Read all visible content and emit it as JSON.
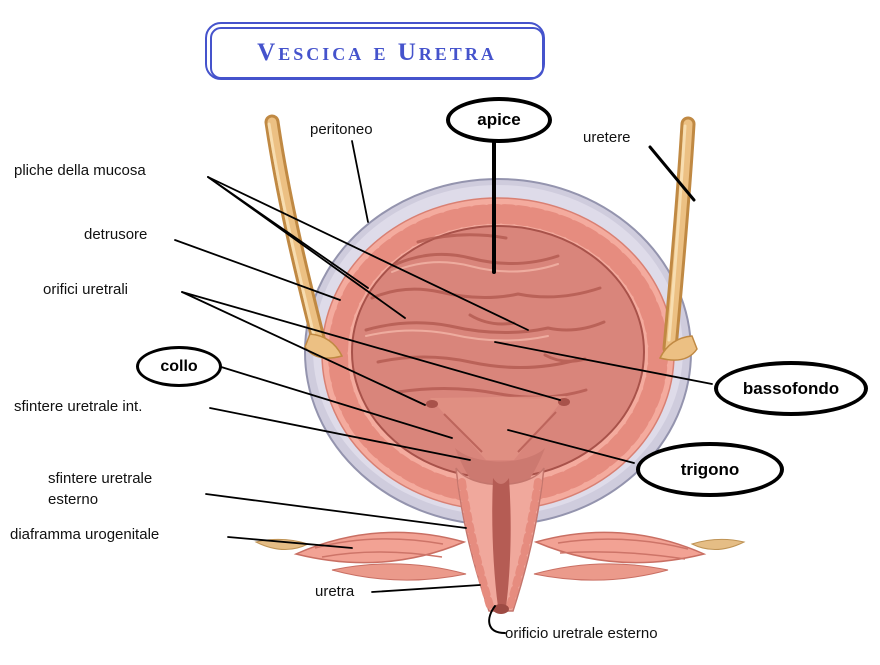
{
  "title": "Vescica e Uretra",
  "labels": {
    "peritoneo": "peritoneo",
    "apice": "apice",
    "uretere": "uretere",
    "pliche_della_mucosa": "pliche della mucosa",
    "detrusore": "detrusore",
    "orifici_uretrali": "orifici uretrali",
    "collo": "collo",
    "bassofondo": "bassofondo",
    "sfintere_uretrale_int": "sfintere uretrale int.",
    "trigono": "trigono",
    "sfintere_uretrale_esterno": "sfintere uretrale esterno",
    "diaframma_urogenitale": "diaframma urogenitale",
    "uretra": "uretra",
    "orificio_uretrale_esterno": "orificio uretrale esterno"
  },
  "colors": {
    "title_blue": "#4553cc",
    "label_text": "#111111",
    "callout_border": "#000000",
    "serosa_gray": "#cfccdd",
    "serosa_gray_light": "#dedbe9",
    "bladder_wall_pink": "#f4ab9e",
    "wall_lobule_pink": "#e68c7f",
    "bladder_lumen_rose": "#d9857b",
    "fold_dark": "#b2594f",
    "ureter_tan": "#ecc083",
    "ureter_tan_dark": "#c08943",
    "muscle_pink": "#f2a294",
    "urethra_canal": "#b55c54",
    "leader_line": "#000000"
  }
}
